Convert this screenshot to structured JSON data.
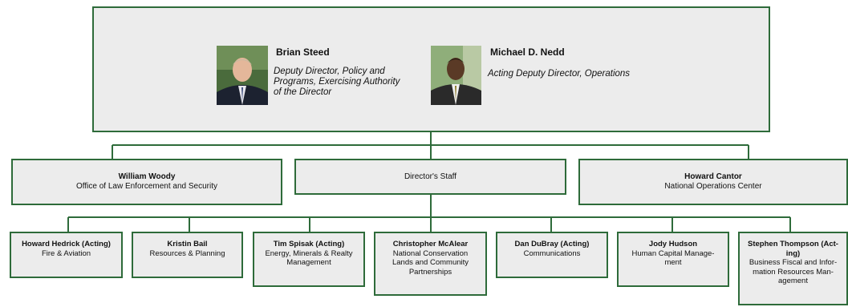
{
  "colors": {
    "border": "#2e6b3a",
    "box_fill": "#ececec"
  },
  "executives": [
    {
      "name": "Brian Steed",
      "title": "Deputy Director, Policy and Programs, Exercising Authority of the Director",
      "photo": "portrait-photo"
    },
    {
      "name": "Michael D. Nedd",
      "title": "Acting Deputy Director, Operations",
      "photo": "portrait-photo"
    }
  ],
  "level2": [
    {
      "name": "William Woody",
      "unit": "Office of Law Enforcement and Security"
    },
    {
      "name": "",
      "unit": "Director's Staff"
    },
    {
      "name": "Howard Cantor",
      "unit": "National Operations Center"
    }
  ],
  "level3": [
    {
      "name": "Howard Hedrick (Acting)",
      "unit": "Fire & Aviation"
    },
    {
      "name": "Kristin Bail",
      "unit": "Resources & Planning"
    },
    {
      "name": "Tim Spisak (Acting)",
      "unit": "Energy, Minerals & Realty Management"
    },
    {
      "name": "Christopher McAlear",
      "unit": "National Conservation Lands and Community Partnerships"
    },
    {
      "name": "Dan DuBray (Acting)",
      "unit": "Communications"
    },
    {
      "name": "Jody Hudson",
      "unit": "Human Capital Manage-ment"
    },
    {
      "name": "Stephen Thompson (Act-ing)",
      "unit": "Business Fiscal and Infor-mation Resources Man-agement"
    }
  ]
}
